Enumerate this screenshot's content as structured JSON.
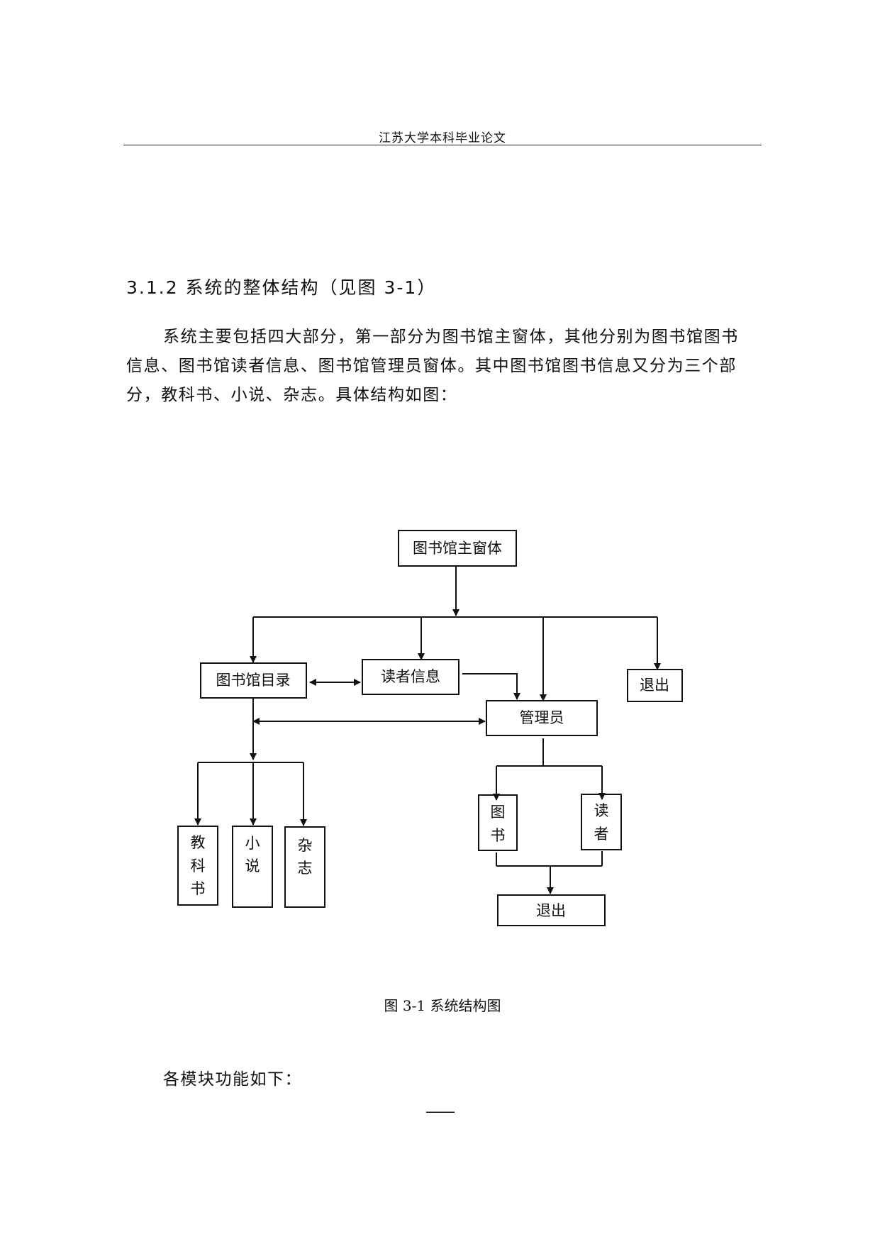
{
  "page_header": "江苏大学本科毕业论文",
  "section": {
    "heading": "3.1.2 系统的整体结构（见图 3-1）",
    "paragraph": "系统主要包括四大部分，第一部分为图书馆主窗体，其他分别为图书馆图书信息、图书馆读者信息、图书馆管理员窗体。其中图书馆图书信息又分为三个部分，教科书、小说、杂志。具体结构如图："
  },
  "diagram": {
    "main_window": "图书馆主窗体",
    "catalog": "图书馆目录",
    "reader_info": "读者信息",
    "exit_top": "退出",
    "admin": "管理员",
    "textbook": [
      "教",
      "科",
      "书"
    ],
    "novel": [
      "小",
      "说"
    ],
    "magazine": [
      "杂",
      "志"
    ],
    "book": [
      "图",
      "书"
    ],
    "reader": [
      "读",
      "者"
    ],
    "exit_bottom": "退出"
  },
  "caption": "图 3-1  系统结构图",
  "modules_intro": "各模块功能如下：",
  "page_number": "——"
}
